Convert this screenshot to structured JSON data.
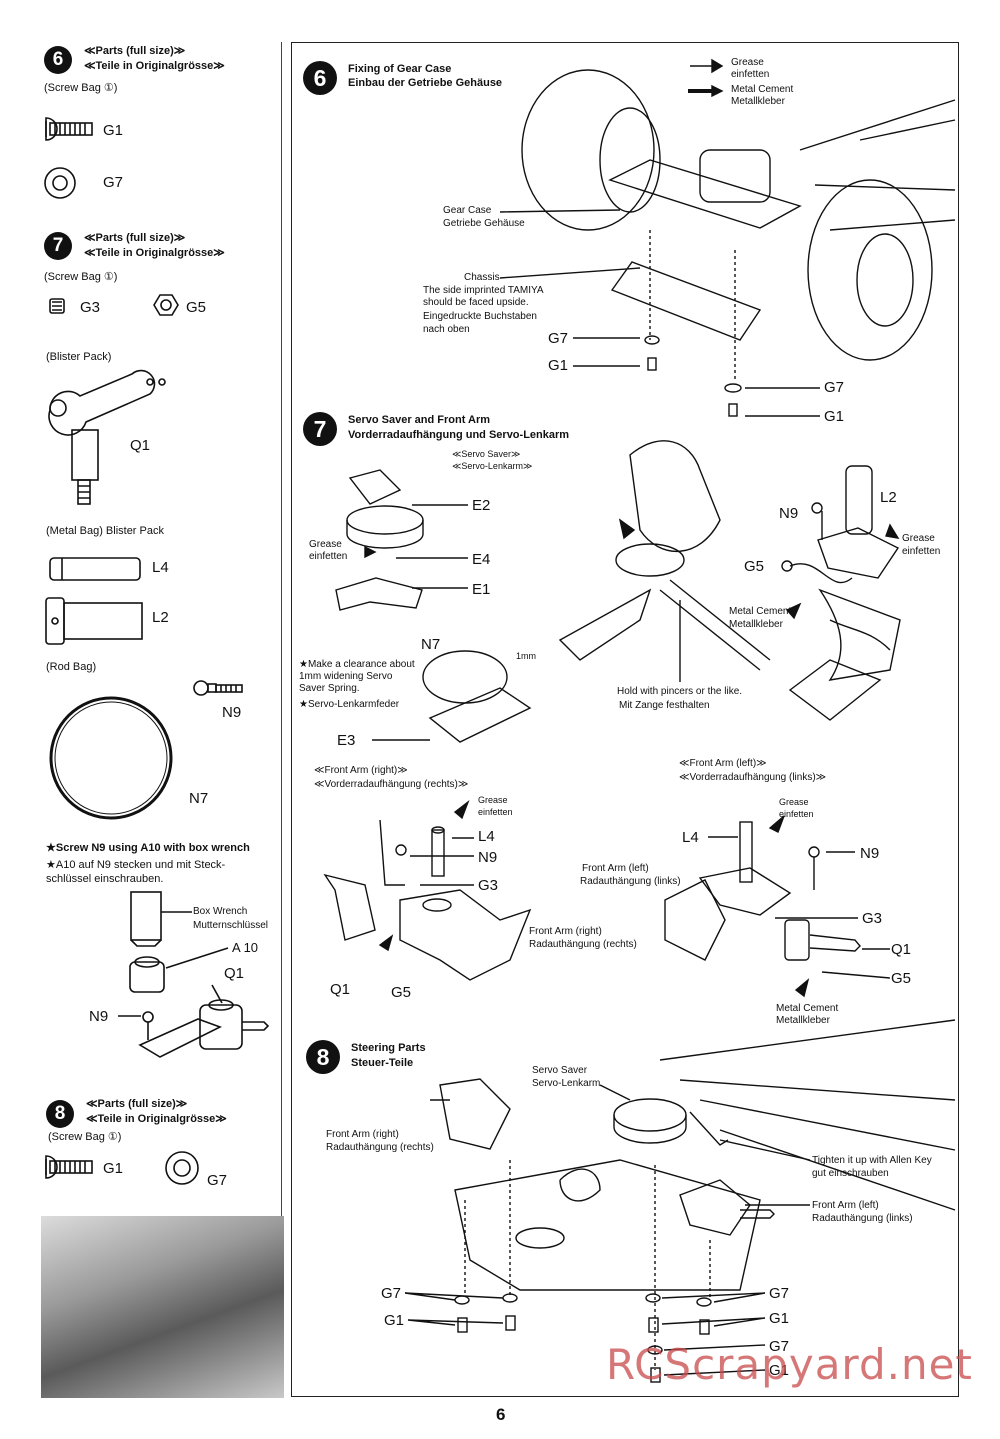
{
  "left": {
    "s6": {
      "num": "6",
      "parts": "≪Parts (full size)≫",
      "parts_de": "≪Teile in Originalgrösse≫",
      "bag": "(Screw Bag ①)",
      "g1": "G1",
      "g7": "G7"
    },
    "s7": {
      "num": "7",
      "parts": "≪Parts (full size)≫",
      "parts_de": "≪Teile in Originalgrösse≫",
      "bag": "(Screw Bag ①)",
      "g3": "G3",
      "g5": "G5",
      "blister": "(Blister Pack)",
      "q1": "Q1",
      "metal": "(Metal Bag) Blister Pack",
      "l4": "L4",
      "l2": "L2",
      "rod": "(Rod Bag)",
      "n9": "N9",
      "n7": "N7",
      "note_en": "★Screw N9 using A10 with box wrench",
      "note_de1": "★A10 auf N9 stecken und mit Steck-",
      "note_de2": "schlüssel einschrauben.",
      "box": "Box Wrench",
      "box_de": "Mutternschlüssel",
      "a10": "A 10",
      "q1b": "Q1",
      "n9b": "N9"
    },
    "s8": {
      "num": "8",
      "parts": "≪Parts (full size)≫",
      "parts_de": "≪Teile in Originalgrösse≫",
      "bag": "(Screw Bag ①)",
      "g1": "G1",
      "g7": "G7"
    }
  },
  "main": {
    "s6": {
      "num": "6",
      "title": "Fixing of Gear Case",
      "title_de": "Einbau der Getriebe Gehäuse",
      "grease": "Grease",
      "grease_de": "einfetten",
      "cement": "Metal Cement",
      "cement_de": "Metallkleber",
      "gear": "Gear Case",
      "gear_de": "Getriebe Gehäuse",
      "chassis": "Chassis",
      "side1": "The side imprinted TAMIYA",
      "side2": "should be faced upside.",
      "side3": "Eingedruckte Buchstaben",
      "side4": "nach oben",
      "g7a": "G7",
      "g1a": "G1",
      "g7b": "G7",
      "g1b": "G1"
    },
    "s7": {
      "num": "7",
      "title": "Servo Saver and Front Arm",
      "title_de": "Vorderradaufhängung und Servo-Lenkarm",
      "saver": "≪Servo Saver≫",
      "saver_de": "≪Servo-Lenkarm≫",
      "e2": "E2",
      "e4": "E4",
      "e1": "E1",
      "e3": "E3",
      "n7": "N7",
      "grease": "Grease",
      "grease_de": "einfetten",
      "mm": "1mm",
      "clr1": "★Make a clearance about",
      "clr2": "1mm widening Servo",
      "clr3": "Saver Spring.",
      "clr4": "★Servo-Lenkarmfeder",
      "hold": "Hold with pincers or the like.",
      "hold_de": "Mit Zange festhalten",
      "r_n9": "N9",
      "r_l2": "L2",
      "r_grease": "Grease",
      "r_grease_de": "einfetten",
      "r_g5": "G5",
      "r_cement": "Metal Cement",
      "r_cement_de": "Metallkleber",
      "far": "≪Front Arm (right)≫",
      "far_de": "≪Vorderradaufhängung (rechts)≫",
      "fal": "≪Front Arm (left)≫",
      "fal_de": "≪Vorderradaufhängung (links)≫",
      "a_grease": "Grease",
      "a_grease_de": "einfetten",
      "a_l4": "L4",
      "a_n9": "N9",
      "a_g3": "G3",
      "a_farm": "Front Arm (right)",
      "a_farm_de": "Radauthängung (rechts)",
      "a_q1": "Q1",
      "a_g5": "G5",
      "b_grease": "Grease",
      "b_grease_de": "einfetten",
      "b_l4": "L4",
      "b_n9": "N9",
      "b_farm": "Front Arm (left)",
      "b_farm_de": "Radauthängung (links)",
      "b_g3": "G3",
      "b_q1": "Q1",
      "b_g5": "G5",
      "b_cement": "Metal Cement",
      "b_cement_de": "Metallkleber"
    },
    "s8": {
      "num": "8",
      "title": "Steering Parts",
      "title_de": "Steuer-Teile",
      "far": "Front Arm (right)",
      "far_de": "Radauthängung (rechts)",
      "saver": "Servo Saver",
      "saver_de": "Servo-Lenkarm",
      "tight": "Tighten it up with Allen Key",
      "tight_de": "gut einschrauben",
      "fal": "Front Arm (left)",
      "fal_de": "Radauthängung (links)",
      "g7a": "G7",
      "g1a": "G1",
      "g7b": "G7",
      "g1b": "G1",
      "g7c": "G7",
      "g1c": "G1"
    }
  },
  "footer": {
    "page": "6",
    "watermark": "RCScrapyard.net"
  }
}
